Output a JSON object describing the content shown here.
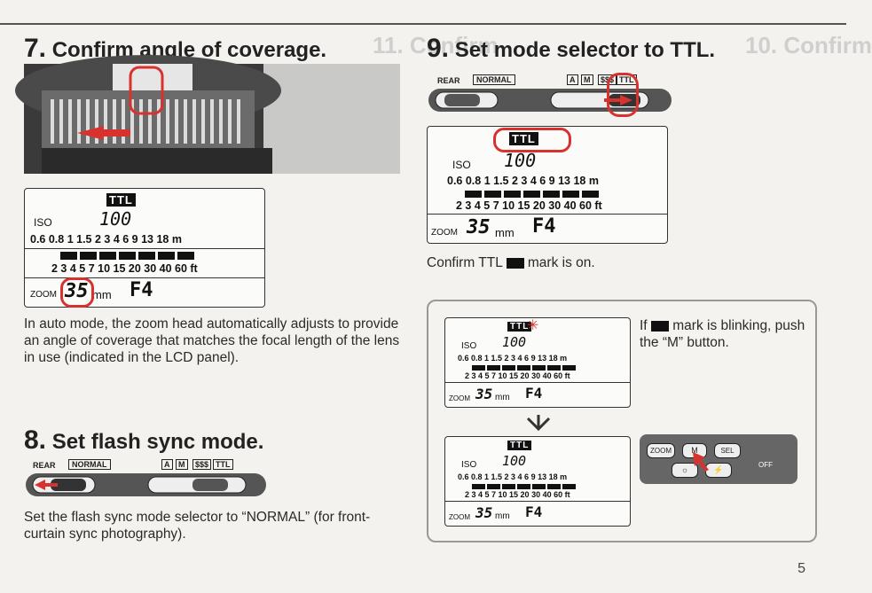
{
  "step7": {
    "num": "7.",
    "title": "Confirm angle of coverage."
  },
  "step8": {
    "num": "8.",
    "title": "Set flash sync mode."
  },
  "step9": {
    "num": "9.",
    "title": "Set mode selector to TTL."
  },
  "ghost": {
    "g11": "11. Confirm",
    "g10": "10. Confirm"
  },
  "lcd": {
    "ttl": "TTL",
    "iso_label": "ISO",
    "iso_value": "100",
    "scale_m": "0.6 0.8 1 1.5 2 3 4 6 9 13 18 m",
    "scale_ft": "2 3 4 5 7 10 15 20 30 40 60 ft",
    "zoom_label": "ZOOM",
    "zoom_value": "35",
    "zoom_unit": "mm",
    "aperture": "F4"
  },
  "switch": {
    "rear": "REAR",
    "normal": "NORMAL",
    "a": "A",
    "m": "M",
    "fp": "$$$",
    "ttl": "TTL"
  },
  "text7": "In auto mode, the zoom head automatically adjusts to provide an angle of coverage that matches the focal length of the lens in use (indicated in the LCD panel).",
  "text8": "Set the flash sync mode selector to “NORMAL” (for front-curtain sync photography).",
  "text9_pre": "Confirm TTL",
  "text9_post": "mark is on.",
  "blink_pre": "If",
  "blink_post": "mark is blinking, push the “M” button.",
  "buttons": {
    "zoom": "ZOOM",
    "m": "M",
    "sel": "SEL",
    "off": "OFF"
  },
  "page_number": "5"
}
